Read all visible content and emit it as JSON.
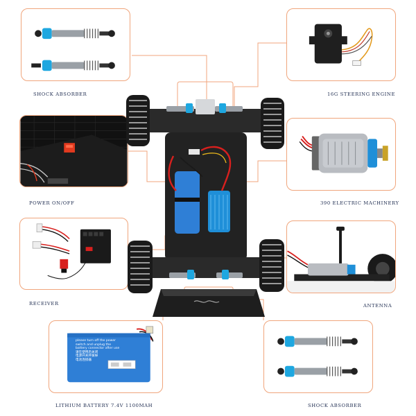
{
  "labels": {
    "shock_absorber_top": "SHOCK ABSORBER",
    "steering_engine": "16G STEERING ENGINE",
    "power": "POWER ON/OFF",
    "motor": "390 ELECTRIC MACHINERY",
    "receiver": "RECEIVER",
    "antenna": "ANTENNA",
    "battery": "LITHIUM BATTERY 7.4V 1100MAH",
    "shock_absorber_bottom": "SHOCK ABSORBER"
  },
  "battery_sticker": {
    "line1": "please turn off the power",
    "line2": "switch and unplug the",
    "line3": "battery connector after use",
    "line4": "请在使用后关闭",
    "line5": "电源开关并拔掉",
    "line6": "电池连接器"
  },
  "colors": {
    "border": "#f0a57c",
    "line": "#f0a57c",
    "label": "#1d2b4f",
    "battery_blue": "#2f7fd6",
    "motor_blue": "#1f8fd8",
    "red_wire": "#d8201e",
    "chassis": "#2a2a2a"
  }
}
